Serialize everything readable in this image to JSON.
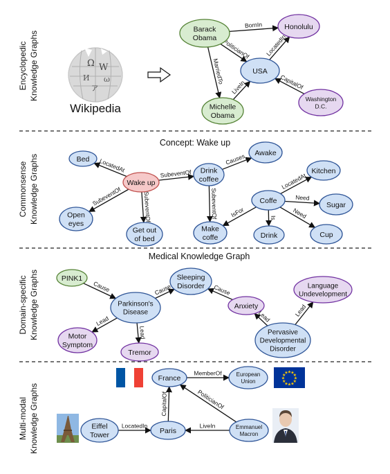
{
  "colors": {
    "blue_fill": "#cfe0f5",
    "blue_stroke": "#2f5597",
    "green_fill": "#d8ecd0",
    "green_stroke": "#548235",
    "purple_fill": "#e6d8f0",
    "purple_stroke": "#7030a0",
    "red_fill": "#f6c9c9",
    "red_stroke": "#c0504d",
    "divider": "#222222"
  },
  "sections": [
    {
      "label_line1": "Encyclopedic",
      "label_line2": "Knowledge Graphs",
      "title": ""
    },
    {
      "label_line1": "Commonsense",
      "label_line2": "Knowledge Graphs",
      "title": "Concept: Wake up"
    },
    {
      "label_line1": "Domain-specific",
      "label_line2": "Knowledge Graphs",
      "title": "Medical Knowledge Graph"
    },
    {
      "label_line1": "Multi-modal",
      "label_line2": "Knowledge Graphs",
      "title": ""
    }
  ],
  "wikipedia": {
    "caption": "Wikipedia",
    "icon": "wikipedia-globe-icon"
  },
  "nodes": [
    {
      "id": "obama",
      "section": 0,
      "color": "green",
      "lines": [
        "Barack",
        "Obama"
      ]
    },
    {
      "id": "honolulu",
      "section": 0,
      "color": "purple",
      "lines": [
        "Honolulu"
      ]
    },
    {
      "id": "usa",
      "section": 0,
      "color": "blue",
      "lines": [
        "USA"
      ]
    },
    {
      "id": "michelle",
      "section": 0,
      "color": "green",
      "lines": [
        "Michelle",
        "Obama"
      ]
    },
    {
      "id": "washington",
      "section": 0,
      "color": "purple",
      "lines": [
        "Washington",
        "D.C."
      ]
    },
    {
      "id": "bed",
      "section": 1,
      "color": "blue",
      "lines": [
        "Bed"
      ]
    },
    {
      "id": "wakeup",
      "section": 1,
      "color": "red",
      "lines": [
        "Wake up"
      ]
    },
    {
      "id": "openeyes",
      "section": 1,
      "color": "blue",
      "lines": [
        "Open",
        "eyes"
      ]
    },
    {
      "id": "getout",
      "section": 1,
      "color": "blue",
      "lines": [
        "Get out",
        "of bed"
      ]
    },
    {
      "id": "drinkcoffee",
      "section": 1,
      "color": "blue",
      "lines": [
        "Drink",
        "coffee"
      ]
    },
    {
      "id": "awake",
      "section": 1,
      "color": "blue",
      "lines": [
        "Awake"
      ]
    },
    {
      "id": "makecoffe",
      "section": 1,
      "color": "blue",
      "lines": [
        "Make",
        "coffe"
      ]
    },
    {
      "id": "coffe",
      "section": 1,
      "color": "blue",
      "lines": [
        "Coffe"
      ]
    },
    {
      "id": "kitchen",
      "section": 1,
      "color": "blue",
      "lines": [
        "Kitchen"
      ]
    },
    {
      "id": "sugar",
      "section": 1,
      "color": "blue",
      "lines": [
        "Sugar"
      ]
    },
    {
      "id": "drink",
      "section": 1,
      "color": "blue",
      "lines": [
        "Drink"
      ]
    },
    {
      "id": "cup",
      "section": 1,
      "color": "blue",
      "lines": [
        "Cup"
      ]
    },
    {
      "id": "pink1",
      "section": 2,
      "color": "green",
      "lines": [
        "PINK1"
      ]
    },
    {
      "id": "parkinsons",
      "section": 2,
      "color": "blue",
      "lines": [
        "Parkinson's",
        "Disease"
      ]
    },
    {
      "id": "sleeping",
      "section": 2,
      "color": "blue",
      "lines": [
        "Sleeping",
        "Disorder"
      ]
    },
    {
      "id": "anxiety",
      "section": 2,
      "color": "purple",
      "lines": [
        "Anxiety"
      ]
    },
    {
      "id": "language",
      "section": 2,
      "color": "purple",
      "lines": [
        "Language",
        "Undevelopment"
      ]
    },
    {
      "id": "motor",
      "section": 2,
      "color": "purple",
      "lines": [
        "Motor",
        "Symptom"
      ]
    },
    {
      "id": "tremor",
      "section": 2,
      "color": "purple",
      "lines": [
        "Tremor"
      ]
    },
    {
      "id": "pervasive",
      "section": 2,
      "color": "blue",
      "lines": [
        "Pervasive",
        "Developmental",
        "Disorder"
      ]
    },
    {
      "id": "france",
      "section": 3,
      "color": "blue",
      "lines": [
        "France"
      ]
    },
    {
      "id": "eu",
      "section": 3,
      "color": "blue",
      "lines": [
        "European",
        "Union"
      ]
    },
    {
      "id": "eiffel",
      "section": 3,
      "color": "blue",
      "lines": [
        "Eiffel",
        "Tower"
      ]
    },
    {
      "id": "paris",
      "section": 3,
      "color": "blue",
      "lines": [
        "Paris"
      ]
    },
    {
      "id": "macron",
      "section": 3,
      "color": "blue",
      "lines": [
        "Emmanuel",
        "Macron"
      ]
    }
  ],
  "edges": [
    {
      "from": "obama",
      "to": "honolulu",
      "label": "BornIn"
    },
    {
      "from": "obama",
      "to": "usa",
      "label": "PoliticianOf"
    },
    {
      "from": "obama",
      "to": "michelle",
      "label": "MarriedTo"
    },
    {
      "from": "michelle",
      "to": "usa",
      "label": "LiveIn"
    },
    {
      "from": "usa",
      "to": "honolulu",
      "label": "LocatedIn"
    },
    {
      "from": "washington",
      "to": "usa",
      "label": "CapitalOf"
    },
    {
      "from": "wakeup",
      "to": "bed",
      "label": "LocatedAt"
    },
    {
      "from": "wakeup",
      "to": "openeyes",
      "label": "SubeventOf"
    },
    {
      "from": "wakeup",
      "to": "getout",
      "label": "SubeventOf"
    },
    {
      "from": "wakeup",
      "to": "drinkcoffee",
      "label": "SubeventOf"
    },
    {
      "from": "drinkcoffee",
      "to": "awake",
      "label": "Causes"
    },
    {
      "from": "drinkcoffee",
      "to": "makecoffe",
      "label": "SubeventOf"
    },
    {
      "from": "coffe",
      "to": "makecoffe",
      "label": "IsFor"
    },
    {
      "from": "coffe",
      "to": "kitchen",
      "label": "LocatedAt"
    },
    {
      "from": "coffe",
      "to": "sugar",
      "label": "Need"
    },
    {
      "from": "coffe",
      "to": "cup",
      "label": "Need"
    },
    {
      "from": "coffe",
      "to": "drink",
      "label": "Is"
    },
    {
      "from": "pink1",
      "to": "parkinsons",
      "label": "Cause"
    },
    {
      "from": "parkinsons",
      "to": "sleeping",
      "label": "Cause"
    },
    {
      "from": "anxiety",
      "to": "sleeping",
      "label": "Cause"
    },
    {
      "from": "parkinsons",
      "to": "motor",
      "label": "Lead"
    },
    {
      "from": "parkinsons",
      "to": "tremor",
      "label": "Lead"
    },
    {
      "from": "pervasive",
      "to": "anxiety",
      "label": "Lead"
    },
    {
      "from": "pervasive",
      "to": "language",
      "label": "Lead"
    },
    {
      "from": "france",
      "to": "eu",
      "label": "MemberOf"
    },
    {
      "from": "eiffel",
      "to": "paris",
      "label": "LocatedIn"
    },
    {
      "from": "paris",
      "to": "france",
      "label": "CapitalOf"
    },
    {
      "from": "macron",
      "to": "paris",
      "label": "LiveIn"
    },
    {
      "from": "macron",
      "to": "france",
      "label": "PoliticianOf"
    }
  ],
  "images": [
    {
      "name": "french-flag-icon",
      "colors": [
        "#0055a4",
        "#ffffff",
        "#ef4135"
      ]
    },
    {
      "name": "eu-flag-icon",
      "colors": [
        "#003399",
        "#ffcc00"
      ]
    },
    {
      "name": "eiffel-tower-photo-icon",
      "colors": [
        "#8fb8e3",
        "#7a5a3a"
      ]
    },
    {
      "name": "macron-photo-icon",
      "colors": [
        "#2b2f3a",
        "#e9c9b0"
      ]
    }
  ]
}
